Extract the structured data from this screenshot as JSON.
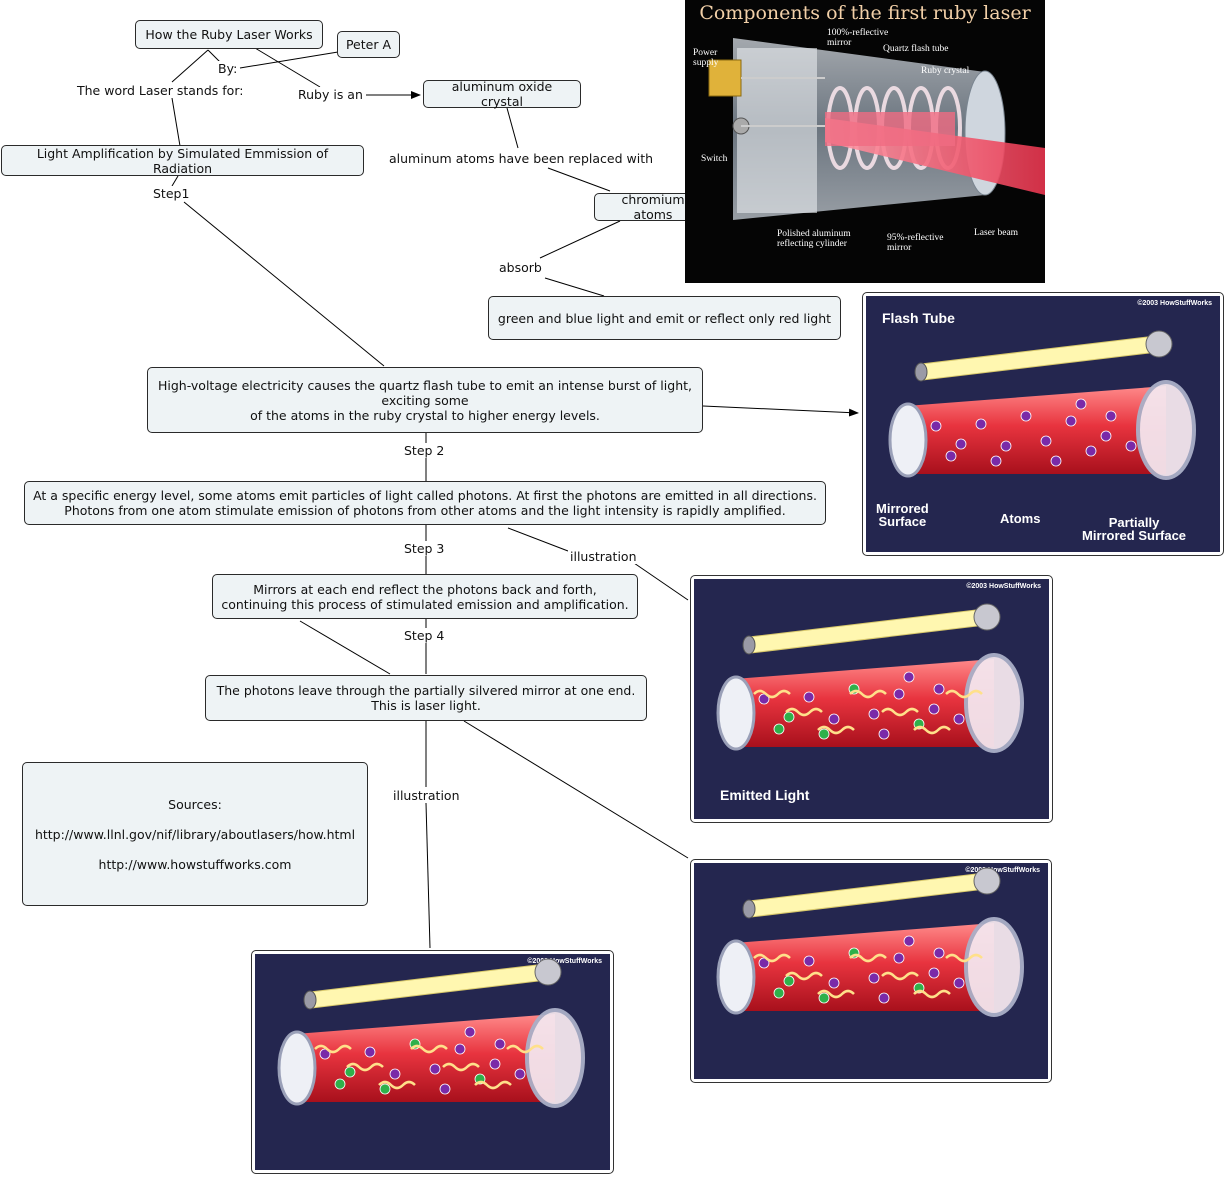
{
  "concept_map": {
    "title": "How the Ruby Laser Works",
    "author_link": "By:",
    "author": "Peter A",
    "laser_link": "The word Laser stands for:",
    "laser_acronym": "Light Amplification by Simulated Emmission of Radiation",
    "ruby_link": "Ruby is an",
    "ruby_target": "aluminum oxide crystal",
    "replaced_link": "aluminum atoms have been replaced with",
    "chromium": "chromium atoms",
    "absorb_link": "absorb",
    "absorb_target": "green and blue light and emit or reflect only red light",
    "steps": [
      {
        "link": "Step1",
        "lines": [
          "High-voltage electricity causes the quartz flash tube to emit an intense burst of light,",
          "exciting some",
          "of the atoms in the ruby crystal to higher energy levels."
        ]
      },
      {
        "link": "Step 2",
        "lines": [
          "At a specific energy level, some atoms emit particles of light called photons. At first the photons are emitted in all directions.",
          "Photons from one atom stimulate emission of photons from other atoms and the light intensity is rapidly amplified."
        ]
      },
      {
        "link": "Step 3",
        "lines": [
          "Mirrors at each end reflect the photons back and forth,",
          "continuing this process of stimulated emission and amplification."
        ]
      },
      {
        "link": "Step 4",
        "lines": [
          "The photons leave through the partially silvered mirror at one end.",
          "This is laser light."
        ]
      }
    ],
    "illustration_labels": [
      "illustration",
      "illustration"
    ],
    "sources": {
      "heading": "Sources:",
      "links": [
        "http://www.llnl.gov/nif/library/aboutlasers/how.html",
        "http://www.howstuffworks.com"
      ]
    }
  },
  "photo": {
    "title": "Components of the first ruby laser",
    "labels": {
      "power_supply": [
        "Power",
        "supply"
      ],
      "mirror100": [
        "100%-reflective",
        "mirror"
      ],
      "flash_tube": "Quartz flash tube",
      "ruby_crystal": "Ruby crystal",
      "switch": "Switch",
      "cylinder": [
        "Polished aluminum",
        "reflecting cylinder"
      ],
      "mirror95": [
        "95%-reflective",
        "mirror"
      ],
      "laser_beam": "Laser beam"
    }
  },
  "illustrations": {
    "copyright": "©2003 HowStuffWorks",
    "fig1": {
      "flash_tube": "Flash Tube",
      "mirrored_surface": [
        "Mirrored",
        "Surface"
      ],
      "atoms": "Atoms",
      "partial": [
        "Partially",
        "Mirrored Surface"
      ]
    },
    "fig2": {
      "emitted_light": "Emitted Light"
    }
  },
  "colors": {
    "node_fill": "#eef3f5",
    "illustration_bg": "#24264f",
    "ruby_red": "#e8343f",
    "flash_tube_yellow": "#fff7b0"
  }
}
